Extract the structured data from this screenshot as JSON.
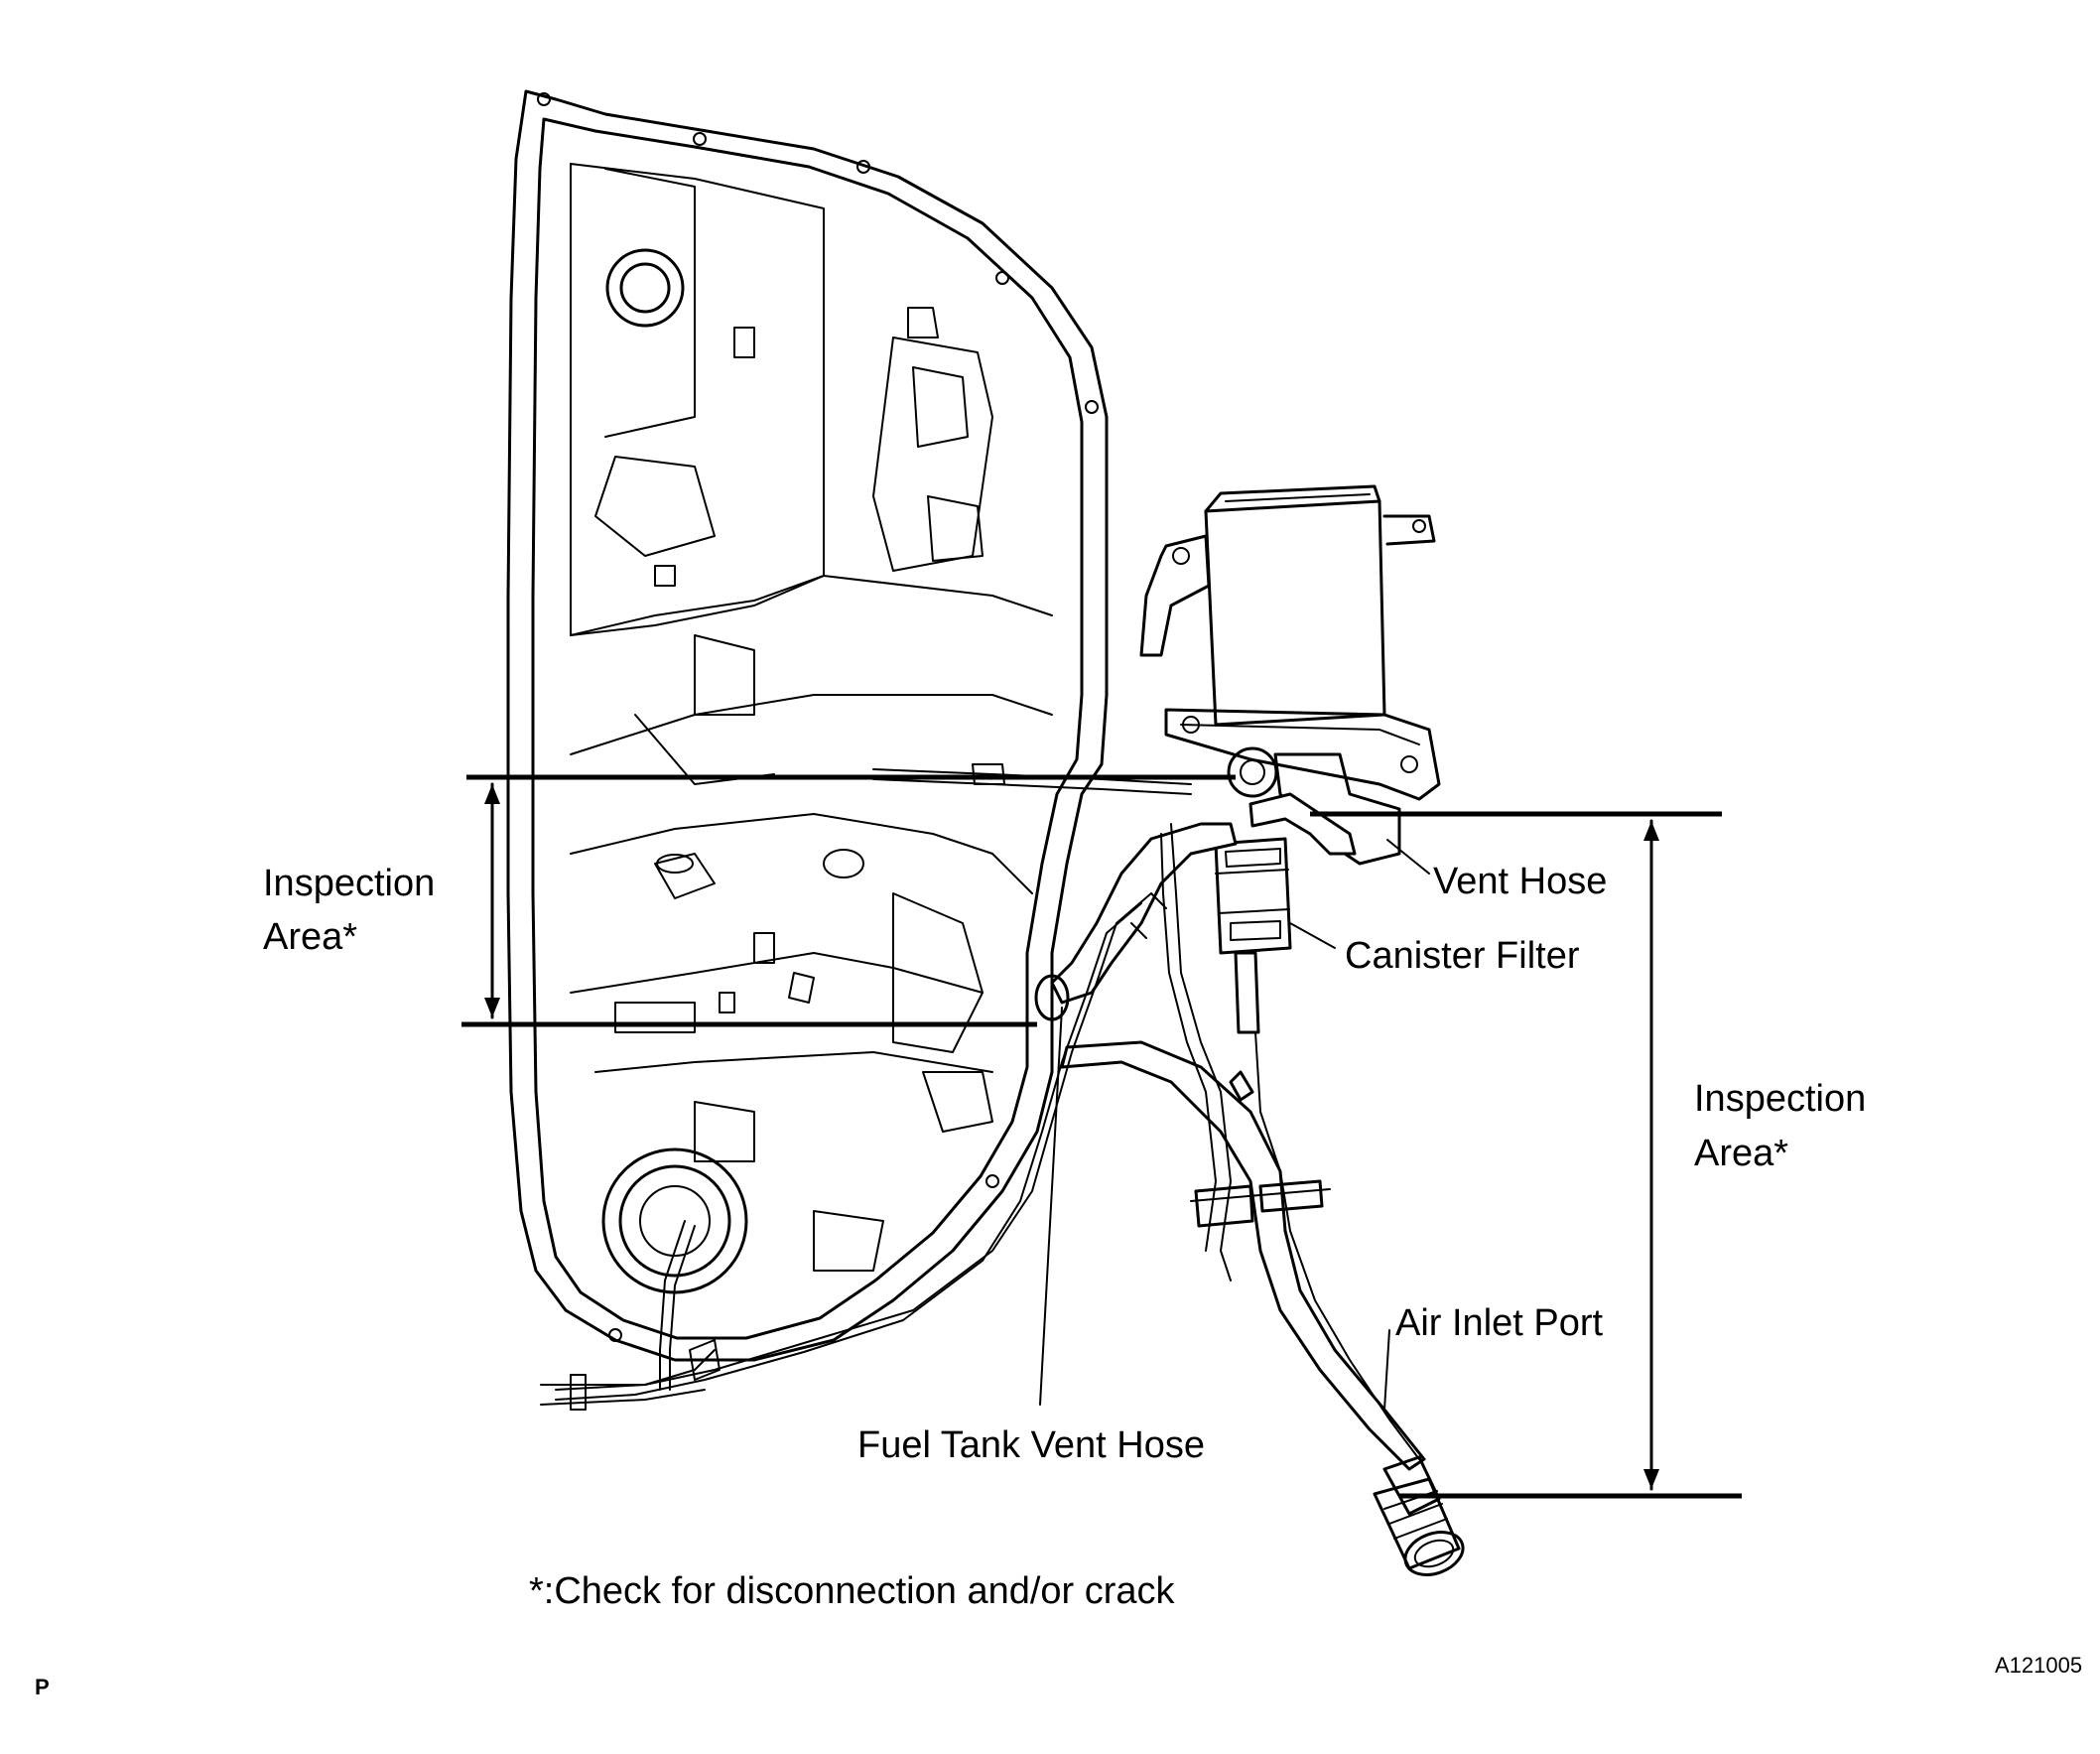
{
  "labels": {
    "inspection_left_line1": "Inspection",
    "inspection_left_line2": "Area*",
    "inspection_right_line1": "Inspection",
    "inspection_right_line2": "Area*",
    "vent_hose": "Vent Hose",
    "canister_filter": "Canister Filter",
    "air_inlet_port": "Air Inlet Port",
    "fuel_tank_vent_hose": "Fuel Tank Vent Hose",
    "footnote": "*:Check for disconnection and/or crack",
    "corner_letter": "P",
    "figure_code": "A121005"
  }
}
